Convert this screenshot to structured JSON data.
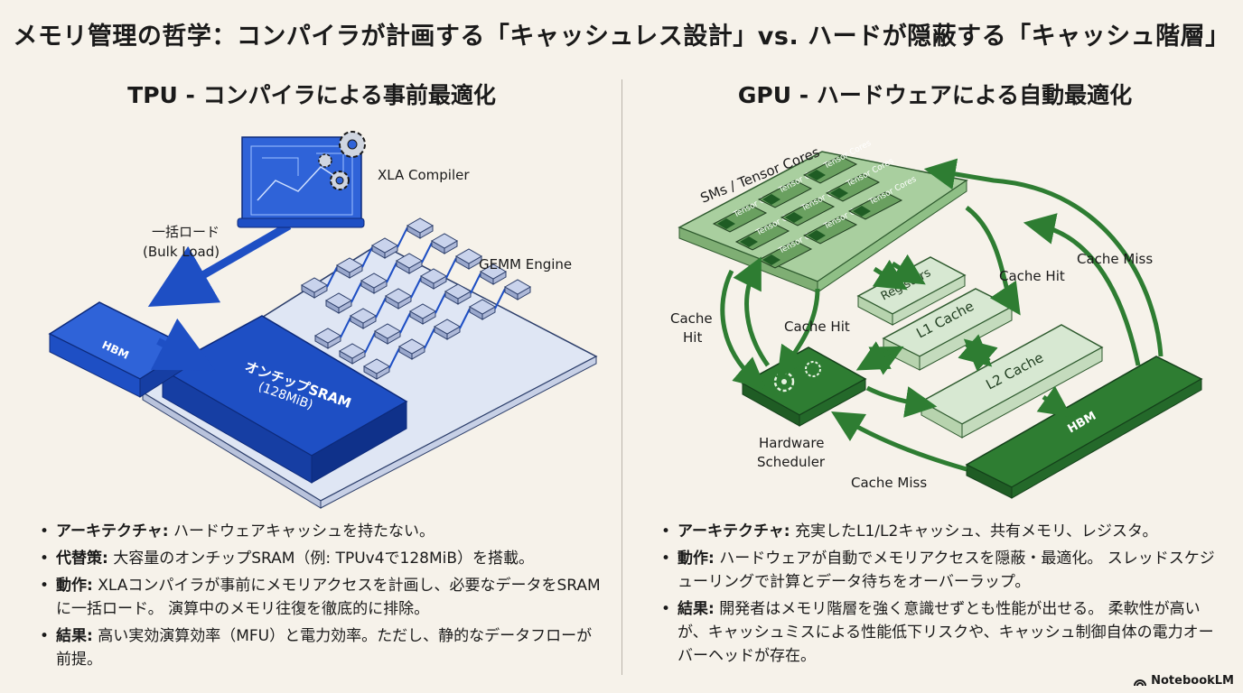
{
  "title": "メモリ管理の哲学：コンパイラが計画する「キャッシュレス設計」vs. ハードが隠蔽する「キャッシュ階層」",
  "tpu": {
    "heading": "TPU - コンパイラによる事前最適化",
    "compiler_label": "XLA Compiler",
    "bulk_load_label": "一括ロード",
    "bulk_load_sub": "(Bulk Load)",
    "gemm_label": "GEMM Engine",
    "hbm_label": "HBM",
    "sram_label": "オンチップSRAM",
    "sram_size": "(128MiB)",
    "bullets": [
      {
        "label": "アーキテクチャ:",
        "text": "ハードウェアキャッシュを持たない。"
      },
      {
        "label": "代替策:",
        "text": "大容量のオンチップSRAM（例: TPUv4で128MiB）を搭載。"
      },
      {
        "label": "動作:",
        "text": "XLAコンパイラが事前にメモリアクセスを計画し、必要なデータをSRAMに一括ロード。 演算中のメモリ往復を徹底的に排除。"
      },
      {
        "label": "結果:",
        "text": "高い実効演算効率（MFU）と電力効率。ただし、静的なデータフローが前提。"
      }
    ]
  },
  "gpu": {
    "heading": "GPU - ハードウェアによる自動最適化",
    "sm_label": "SMs / Tensor Cores",
    "tensor_core_label": "Tensor Cores",
    "registers_label": "Registers",
    "l1_label": "L1 Cache",
    "l2_label": "L2 Cache",
    "hbm_label": "HBM",
    "scheduler_label_1": "Hardware",
    "scheduler_label_2": "Scheduler",
    "cache_hit_left_1": "Cache",
    "cache_hit_left_2": "Hit",
    "cache_hit_mid": "Cache Hit",
    "cache_hit_right": "Cache Hit",
    "cache_miss_top": "Cache Miss",
    "cache_miss_bottom": "Cache Miss",
    "bullets": [
      {
        "label": "アーキテクチャ:",
        "text": "充実したL1/L2キャッシュ、共有メモリ、レジスタ。"
      },
      {
        "label": "動作:",
        "text": "ハードウェアが自動でメモリアクセスを隠蔽・最適化。 スレッドスケジューリングで計算とデータ待ちをオーバーラップ。"
      },
      {
        "label": "結果:",
        "text": "開発者はメモリ階層を強く意識せずとも性能が出せる。 柔軟性が高いが、キャッシュミスによる性能低下リスクや、キャッシュ制御自体の電力オーバーヘッドが存在。"
      }
    ]
  },
  "brand": "NotebookLM",
  "colors": {
    "tpu_blue": "#1e4fc4",
    "tpu_dark": "#163ea3",
    "gpu_green": "#2e7d32",
    "gpu_light": "#cfe3c9",
    "gpu_mid": "#8fbf86"
  }
}
